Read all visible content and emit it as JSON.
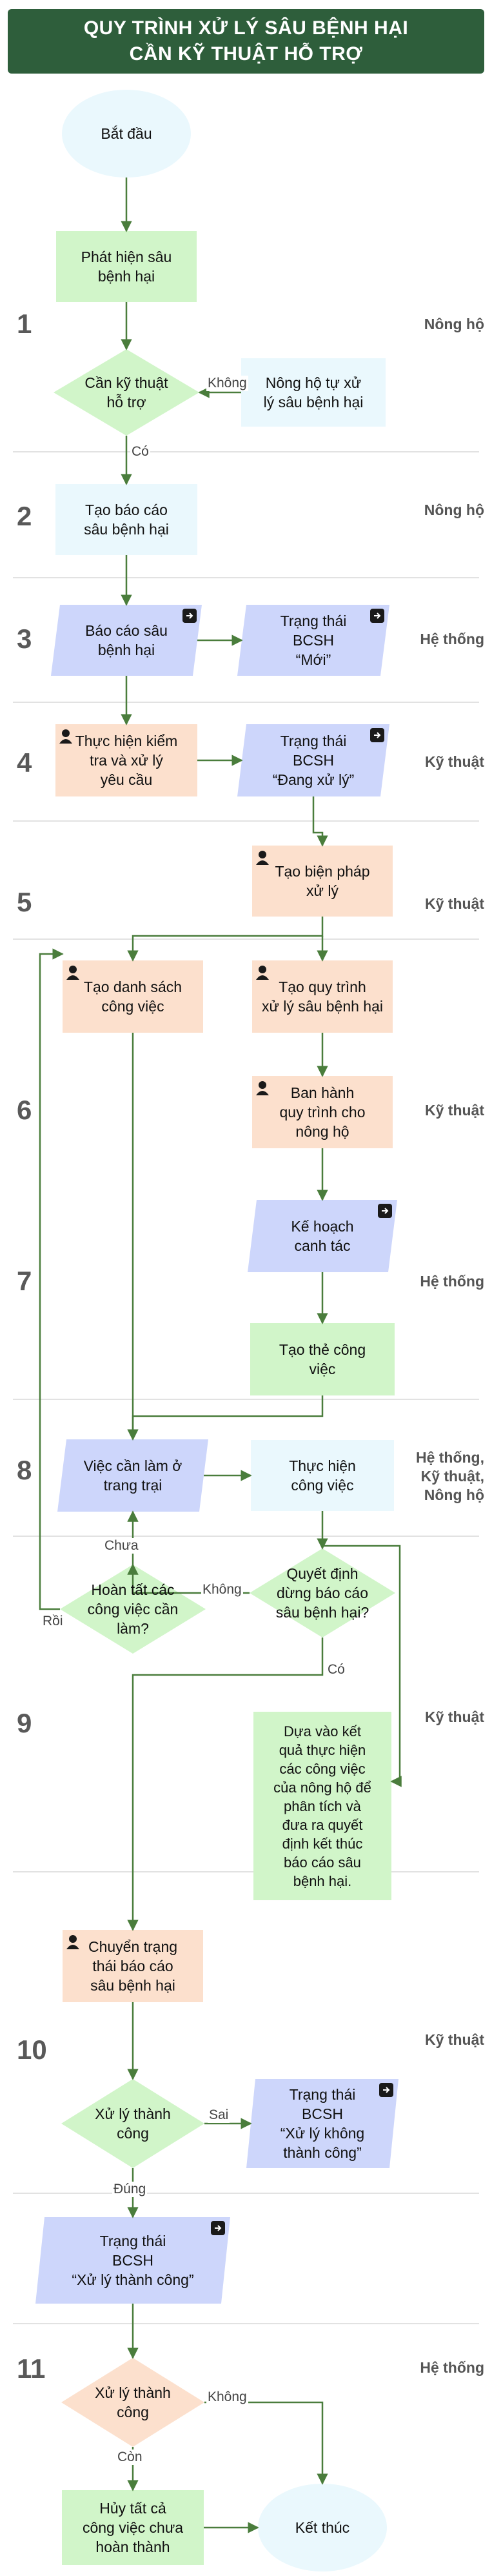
{
  "title": {
    "line1": "QUY TRÌNH XỬ LÝ SÂU BỆNH HẠI",
    "line2": "CẦN KỸ THUẬT HỖ TRỢ"
  },
  "colors": {
    "title_bg": "#2e5e3b",
    "green": "#d1f5c9",
    "blue": "#eaf8fd",
    "purple": "#cdd6fb",
    "orange": "#fce0cd",
    "line": "#4a7d3c",
    "separator": "#d9d9d9"
  },
  "icons": {
    "user": "user-icon",
    "system": "enter-icon"
  },
  "steps": [
    {
      "number": "1",
      "role": "Nông hộ"
    },
    {
      "number": "2",
      "role": "Nông hộ"
    },
    {
      "number": "3",
      "role": "Hệ thống"
    },
    {
      "number": "4",
      "role": "Kỹ thuật"
    },
    {
      "number": "5",
      "role": "Kỹ thuật"
    },
    {
      "number": "6",
      "role": "Kỹ thuật"
    },
    {
      "number": "7",
      "role": "Hệ thống"
    },
    {
      "number": "8",
      "role": "Hệ thống,\nKỹ thuật,\nNông hộ"
    },
    {
      "number": "9",
      "role": "Kỹ thuật"
    },
    {
      "number": "10",
      "role": "Kỹ thuật"
    },
    {
      "number": "11",
      "role": "Hệ thống"
    }
  ],
  "nodes": {
    "start": "Bắt đầu",
    "detect": "Phát hiện sâu\nbệnh hại",
    "need_tech": "Cần kỹ thuật\nhỗ trợ",
    "self_handle": "Nông hộ tự xử\nlý sâu bệnh hại",
    "create_report": "Tạo báo cáo\nsâu bệnh hại",
    "report": "Báo cáo sâu\nbệnh hại",
    "status_new": "Trạng thái\nBCSH\n“Mới”",
    "inspect": "Thực hiện kiểm\ntra và xử lý\nyêu cầu",
    "status_processing": "Trạng thái\nBCSH\n“Đang xử lý”",
    "measures": "Tạo biện pháp\nxử lý",
    "task_list": "Tạo danh sách\ncông việc",
    "create_process": "Tạo quy trình\nxử lý sâu bệnh hại",
    "issue_process": "Ban hành\nquy trình cho\nnông hộ",
    "plan": "Kế hoạch\ncanh tác",
    "work_card": "Tạo thẻ công\nviệc",
    "farm_tasks": "Việc cần làm ở\ntrang trại",
    "do_work": "Thực hiện\ncông việc",
    "stop_decision": "Quyết định\ndừng báo cáo\nsâu bệnh hại?",
    "all_done": "Hoàn tất các\ncông việc cần\nlàm?",
    "analyze": "Dựa vào kết\nquả thực hiện\ncác công việc\ncủa nông hộ để\nphân tích và\nđưa ra quyết\nđịnh kết thúc\nbáo cáo sâu\nbệnh hại.",
    "change_status": "Chuyển trạng\nthái báo cáo\nsâu bệnh hại",
    "success_q": "Xử lý thành\ncông",
    "status_fail": "Trạng thái\nBCSH\n“Xử lý không\nthành công”",
    "status_success": "Trạng thái\nBCSH\n“Xử lý thành công”",
    "success_q2": "Xử lý thành\ncông",
    "cancel": "Hủy tất cả\ncông việc chưa\nhoàn thành",
    "end": "Kết thúc"
  },
  "edge_labels": {
    "no1": "Không",
    "yes1": "Có",
    "not_yet": "Chưa",
    "done": "Rồi",
    "no2": "Không",
    "yes2": "Có",
    "fail": "Sai",
    "right": "Đúng",
    "no3": "Không",
    "still": "Còn"
  }
}
